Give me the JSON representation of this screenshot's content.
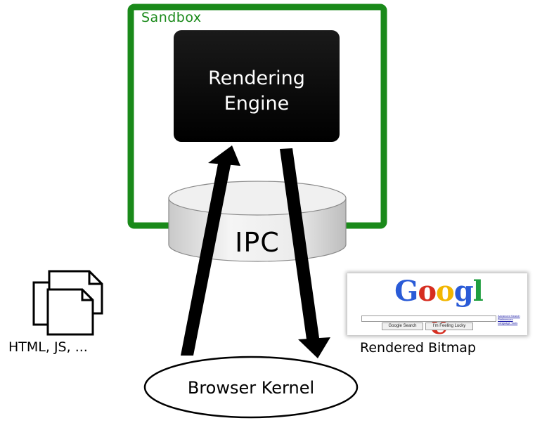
{
  "sandbox": {
    "label": "Sandbox",
    "color": "#1a8a1a"
  },
  "engine": {
    "line1": "Rendering",
    "line2": "Engine"
  },
  "ipc": {
    "label": "IPC"
  },
  "kernel": {
    "label": "Browser Kernel"
  },
  "files": {
    "label": "HTML, JS, ...",
    "icon": "documents-icon"
  },
  "bitmap": {
    "label": "Rendered Bitmap",
    "logo_letters": [
      {
        "ch": "G",
        "color": "#2a5bd7"
      },
      {
        "ch": "o",
        "color": "#d62d20"
      },
      {
        "ch": "o",
        "color": "#f2b600"
      },
      {
        "ch": "g",
        "color": "#2a5bd7"
      },
      {
        "ch": "l",
        "color": "#1f9e3f"
      },
      {
        "ch": "e",
        "color": "#d62d20"
      }
    ],
    "search_button": "Google Search",
    "lucky_button": "I'm Feeling Lucky",
    "links": [
      "Advanced Search",
      "Preferences",
      "Language Tools"
    ]
  }
}
